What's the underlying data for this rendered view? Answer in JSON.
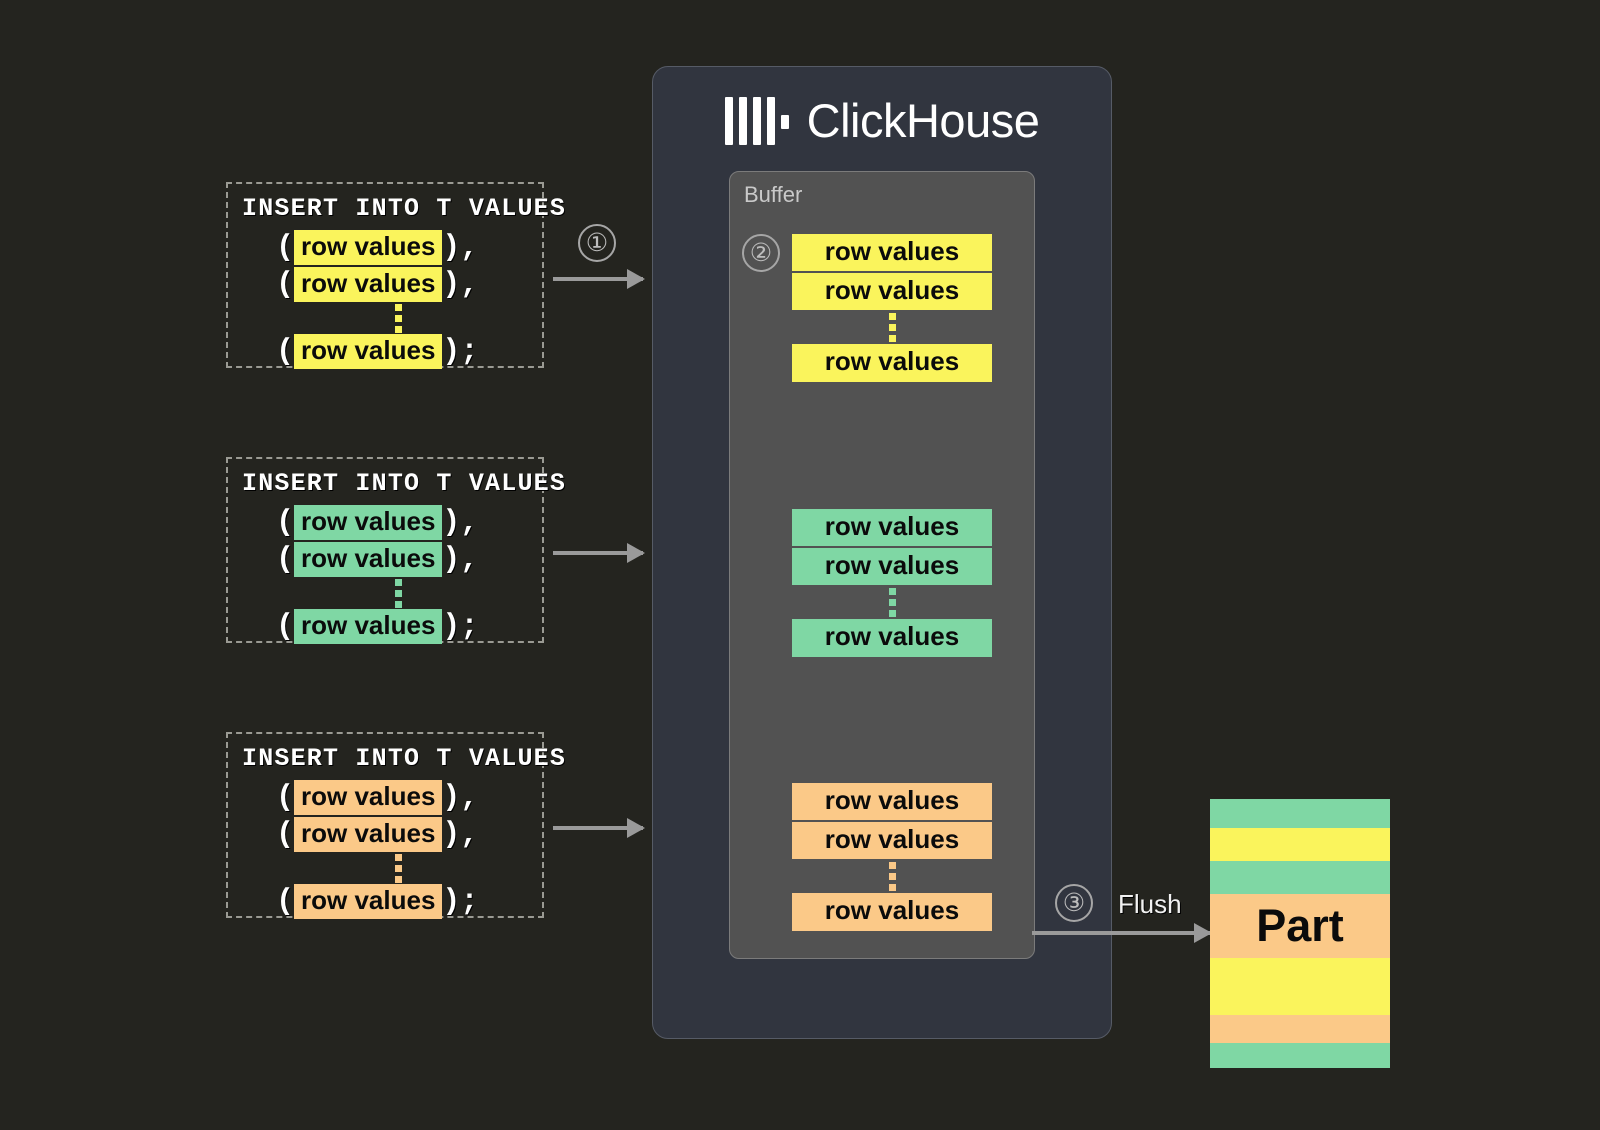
{
  "colors": {
    "background": "#24241f",
    "panel": "#31353f",
    "buffer": "#525252",
    "yellow": "#faf45c",
    "green": "#7fd7a4",
    "orange": "#fbc988",
    "arrow": "#9a9a9a",
    "text_white": "#ffffff",
    "text_grey": "#c9c9c9"
  },
  "clickhouse": {
    "title": "ClickHouse",
    "logo_name": "clickhouse-logo",
    "buffer": {
      "label": "Buffer",
      "step_marker": "②",
      "groups": [
        {
          "color_key": "yellow",
          "rows": [
            "row values",
            "row values",
            "row values"
          ],
          "ellipsis_after_index": 1
        },
        {
          "color_key": "green",
          "rows": [
            "row values",
            "row values",
            "row values"
          ],
          "ellipsis_after_index": 1
        },
        {
          "color_key": "orange",
          "rows": [
            "row values",
            "row values",
            "row values"
          ],
          "ellipsis_after_index": 1
        }
      ]
    }
  },
  "inserts": [
    {
      "header": "INSERT INTO T VALUES",
      "color_key": "yellow",
      "lines": [
        {
          "open": "(",
          "text": "row values",
          "close": "),"
        },
        {
          "open": "(",
          "text": "row values",
          "close": "),"
        },
        {
          "open": "(",
          "text": "row values",
          "close": ");"
        }
      ],
      "ellipsis_after_index": 1
    },
    {
      "header": "INSERT INTO T VALUES",
      "color_key": "green",
      "lines": [
        {
          "open": "(",
          "text": "row values",
          "close": "),"
        },
        {
          "open": "(",
          "text": "row values",
          "close": "),"
        },
        {
          "open": "(",
          "text": "row values",
          "close": ");"
        }
      ],
      "ellipsis_after_index": 1
    },
    {
      "header": "INSERT INTO T VALUES",
      "color_key": "orange",
      "lines": [
        {
          "open": "(",
          "text": "row values",
          "close": "),"
        },
        {
          "open": "(",
          "text": "row values",
          "close": "),"
        },
        {
          "open": "(",
          "text": "row values",
          "close": ");"
        }
      ],
      "ellipsis_after_index": 1
    }
  ],
  "steps": {
    "one": "①",
    "two": "②",
    "three": "③"
  },
  "flush": {
    "label": "Flush"
  },
  "part": {
    "label": "Part",
    "stripes": [
      {
        "color_key": "green",
        "height": 29
      },
      {
        "color_key": "yellow",
        "height": 33
      },
      {
        "color_key": "green",
        "height": 33
      },
      {
        "color_key": "orange",
        "height": 64,
        "label": "Part"
      },
      {
        "color_key": "yellow",
        "height": 57
      },
      {
        "color_key": "orange",
        "height": 28
      },
      {
        "color_key": "green",
        "height": 25
      }
    ]
  }
}
